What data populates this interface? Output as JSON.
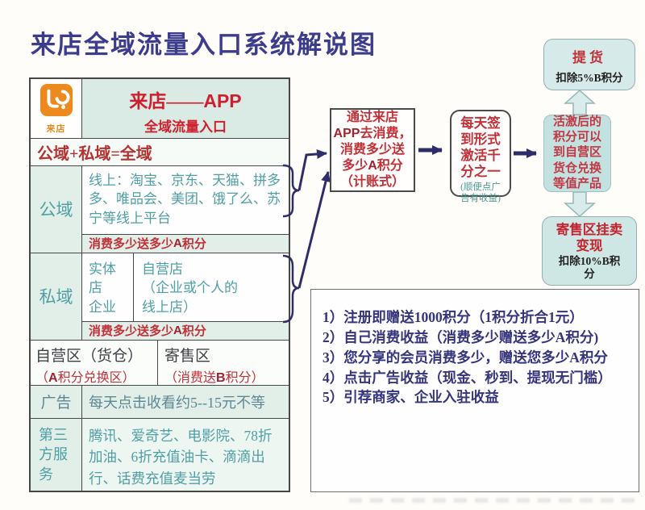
{
  "page": {
    "title": "来店全域流量入口系统解说图"
  },
  "table": {
    "header": {
      "logo_label": "来店",
      "brand": "来店",
      "dash": "——",
      "app": "APP",
      "subtitle": "全域流量入口"
    },
    "formula": "公域+私域=全域",
    "public_row": {
      "label": "公域",
      "content": "线上：淘宝、京东、天猫、拼多多、唯品会、美团、饿了么、苏宁等线上平台",
      "bonus_pre": "消费多少送多少",
      "bonus_token": "A",
      "bonus_post": "积分"
    },
    "private_row": {
      "label": "私域",
      "store_cell": "实体店\n企业",
      "self_store_cell": "自营店\n（企业或个人的\n线上店）",
      "bonus_pre": "消费多少送多少",
      "bonus_token": "A",
      "bonus_post": "积分"
    },
    "zone_row": {
      "self_title": "自营区（货仓）",
      "self_sub_pre": "（",
      "self_sub_token": "A",
      "self_sub_post": "积分兑换区）",
      "consign_title": "寄售区",
      "consign_sub_pre": "（消费送",
      "consign_sub_token": "B",
      "consign_sub_post": "积分）"
    },
    "ad_row": {
      "label": "广告",
      "content": "每天点击收看约5--15元不等"
    },
    "third_row": {
      "label": "第三方服务",
      "content": "腾讯、爱奇艺、电影院、78折加油、6折充值油卡、滴滴出行、话费充值麦当劳"
    }
  },
  "flow": {
    "consume_box": {
      "l1": "通过来店",
      "l2a": "APP",
      "l2b": "去消费，",
      "l3": "消费多少送",
      "l4a": "多少",
      "l4b": "A",
      "l4c": "积分",
      "l5": "（计账式）"
    },
    "signin_box": {
      "text": "每天签\n到形式\n激活千\n分之一",
      "note": "(顺便点广\n告有收益)"
    },
    "activate_box": {
      "text": "活激后的\n积分可以\n到自营区\n货仓兑换\n等值产品"
    },
    "pickup_box": {
      "title": "提货",
      "sub": "扣除5%B积分"
    },
    "resell_box": {
      "title": "寄售区挂卖\n变现",
      "sub": "扣除10%B积\n分"
    }
  },
  "benefits": {
    "items": [
      "1）注册即赠送1000积分（1积分折合1元）",
      "2）自己消费收益（消费多少赠送多少A积分)",
      "3）您分享的会员消费多少，赠送您多少A积分",
      "4）点击广告收益（现金、秒到、提现无门槛）",
      "5）引荐商家、企业入驻收益"
    ]
  },
  "colors": {
    "title_blue": "#3c3c8c",
    "accent_red": "#c23038",
    "teal_text": "#4f9fa5",
    "arrow_navy": "#2d2d6b",
    "list_indigo": "#35357c",
    "box_teal_bg": "#c3e2df",
    "logo_orange": "#ec8a1e"
  }
}
